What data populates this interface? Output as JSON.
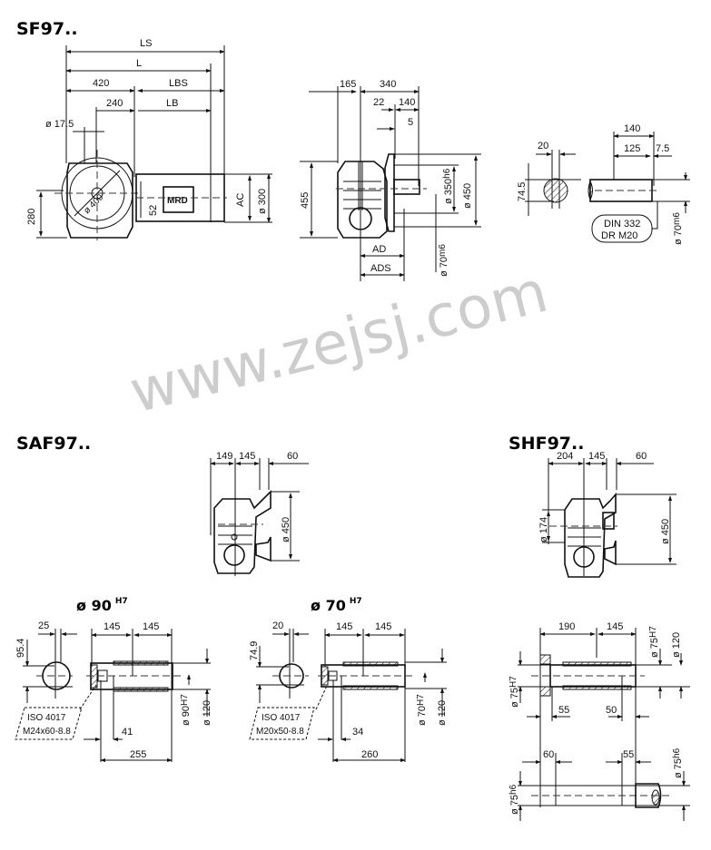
{
  "watermark": "www.zejsj.com",
  "sf97": {
    "title": "SF97..",
    "dims": {
      "ls": "LS",
      "l": "L",
      "d420": "420",
      "lbs": "LBS",
      "d240": "240",
      "lb": "LB",
      "d17_5": "ø 17.5",
      "d400": "ø 400",
      "d280": "280",
      "d52": "52",
      "motor_label": "MRD",
      "ac": "AC",
      "d300": "ø 300"
    },
    "side": {
      "d165": "165",
      "d340": "340",
      "d22": "22",
      "d140": "140",
      "d5": "5",
      "d455": "455",
      "d350": "ø 350",
      "d350_tol": "h6",
      "d450": "ø 450",
      "d70": "ø 70",
      "d70_tol": "m6",
      "ad": "AD",
      "ads": "ADS"
    },
    "key": {
      "d20": "20",
      "d74_5": "74.5",
      "d140": "140",
      "d125": "125",
      "d7_5": "7.5",
      "note_line1": "DIN 332",
      "note_line2": "DR M20",
      "d70": "ø 70",
      "d70_tol": "m6"
    }
  },
  "saf97": {
    "title": "SAF97..",
    "dims": {
      "d149": "149",
      "d145": "145",
      "d60": "60",
      "d450": "ø 450"
    }
  },
  "shf97": {
    "title": "SHF97..",
    "dims": {
      "d204": "204",
      "d145": "145",
      "d60": "60",
      "d174": "ø 174",
      "d450": "ø 450"
    }
  },
  "hollow90": {
    "title": "ø 90",
    "title_tol": "H7",
    "d25": "25",
    "d95_4": "95.4",
    "d145a": "145",
    "d145b": "145",
    "iso_line1": "ISO 4017",
    "iso_line2": "M24x60-8.8",
    "d90": "ø 90",
    "d90_tol": "H7",
    "d120": "ø 120",
    "d41": "41",
    "d255": "255"
  },
  "hollow70": {
    "title": "ø 70",
    "title_tol": "H7",
    "d20": "20",
    "d74_9": "74.9",
    "d145a": "145",
    "d145b": "145",
    "iso_line1": "ISO 4017",
    "iso_line2": "M20x50-8.8",
    "d70": "ø 70",
    "d70_tol": "H7",
    "d120": "ø 120",
    "d34": "34",
    "d260": "260"
  },
  "shf_shaft": {
    "d190": "190",
    "d145": "145",
    "d75_left": "ø 75",
    "d75_left_tol": "H7",
    "d75_right": "ø 75",
    "d75_right_tol": "H7",
    "d120": "ø 120",
    "d55a": "55",
    "d50": "50",
    "d60": "60",
    "d55b": "55",
    "d75h6_left": "ø 75",
    "d75h6_left_tol": "h6",
    "d75h6_right": "ø 75",
    "d75h6_right_tol": "h6"
  }
}
